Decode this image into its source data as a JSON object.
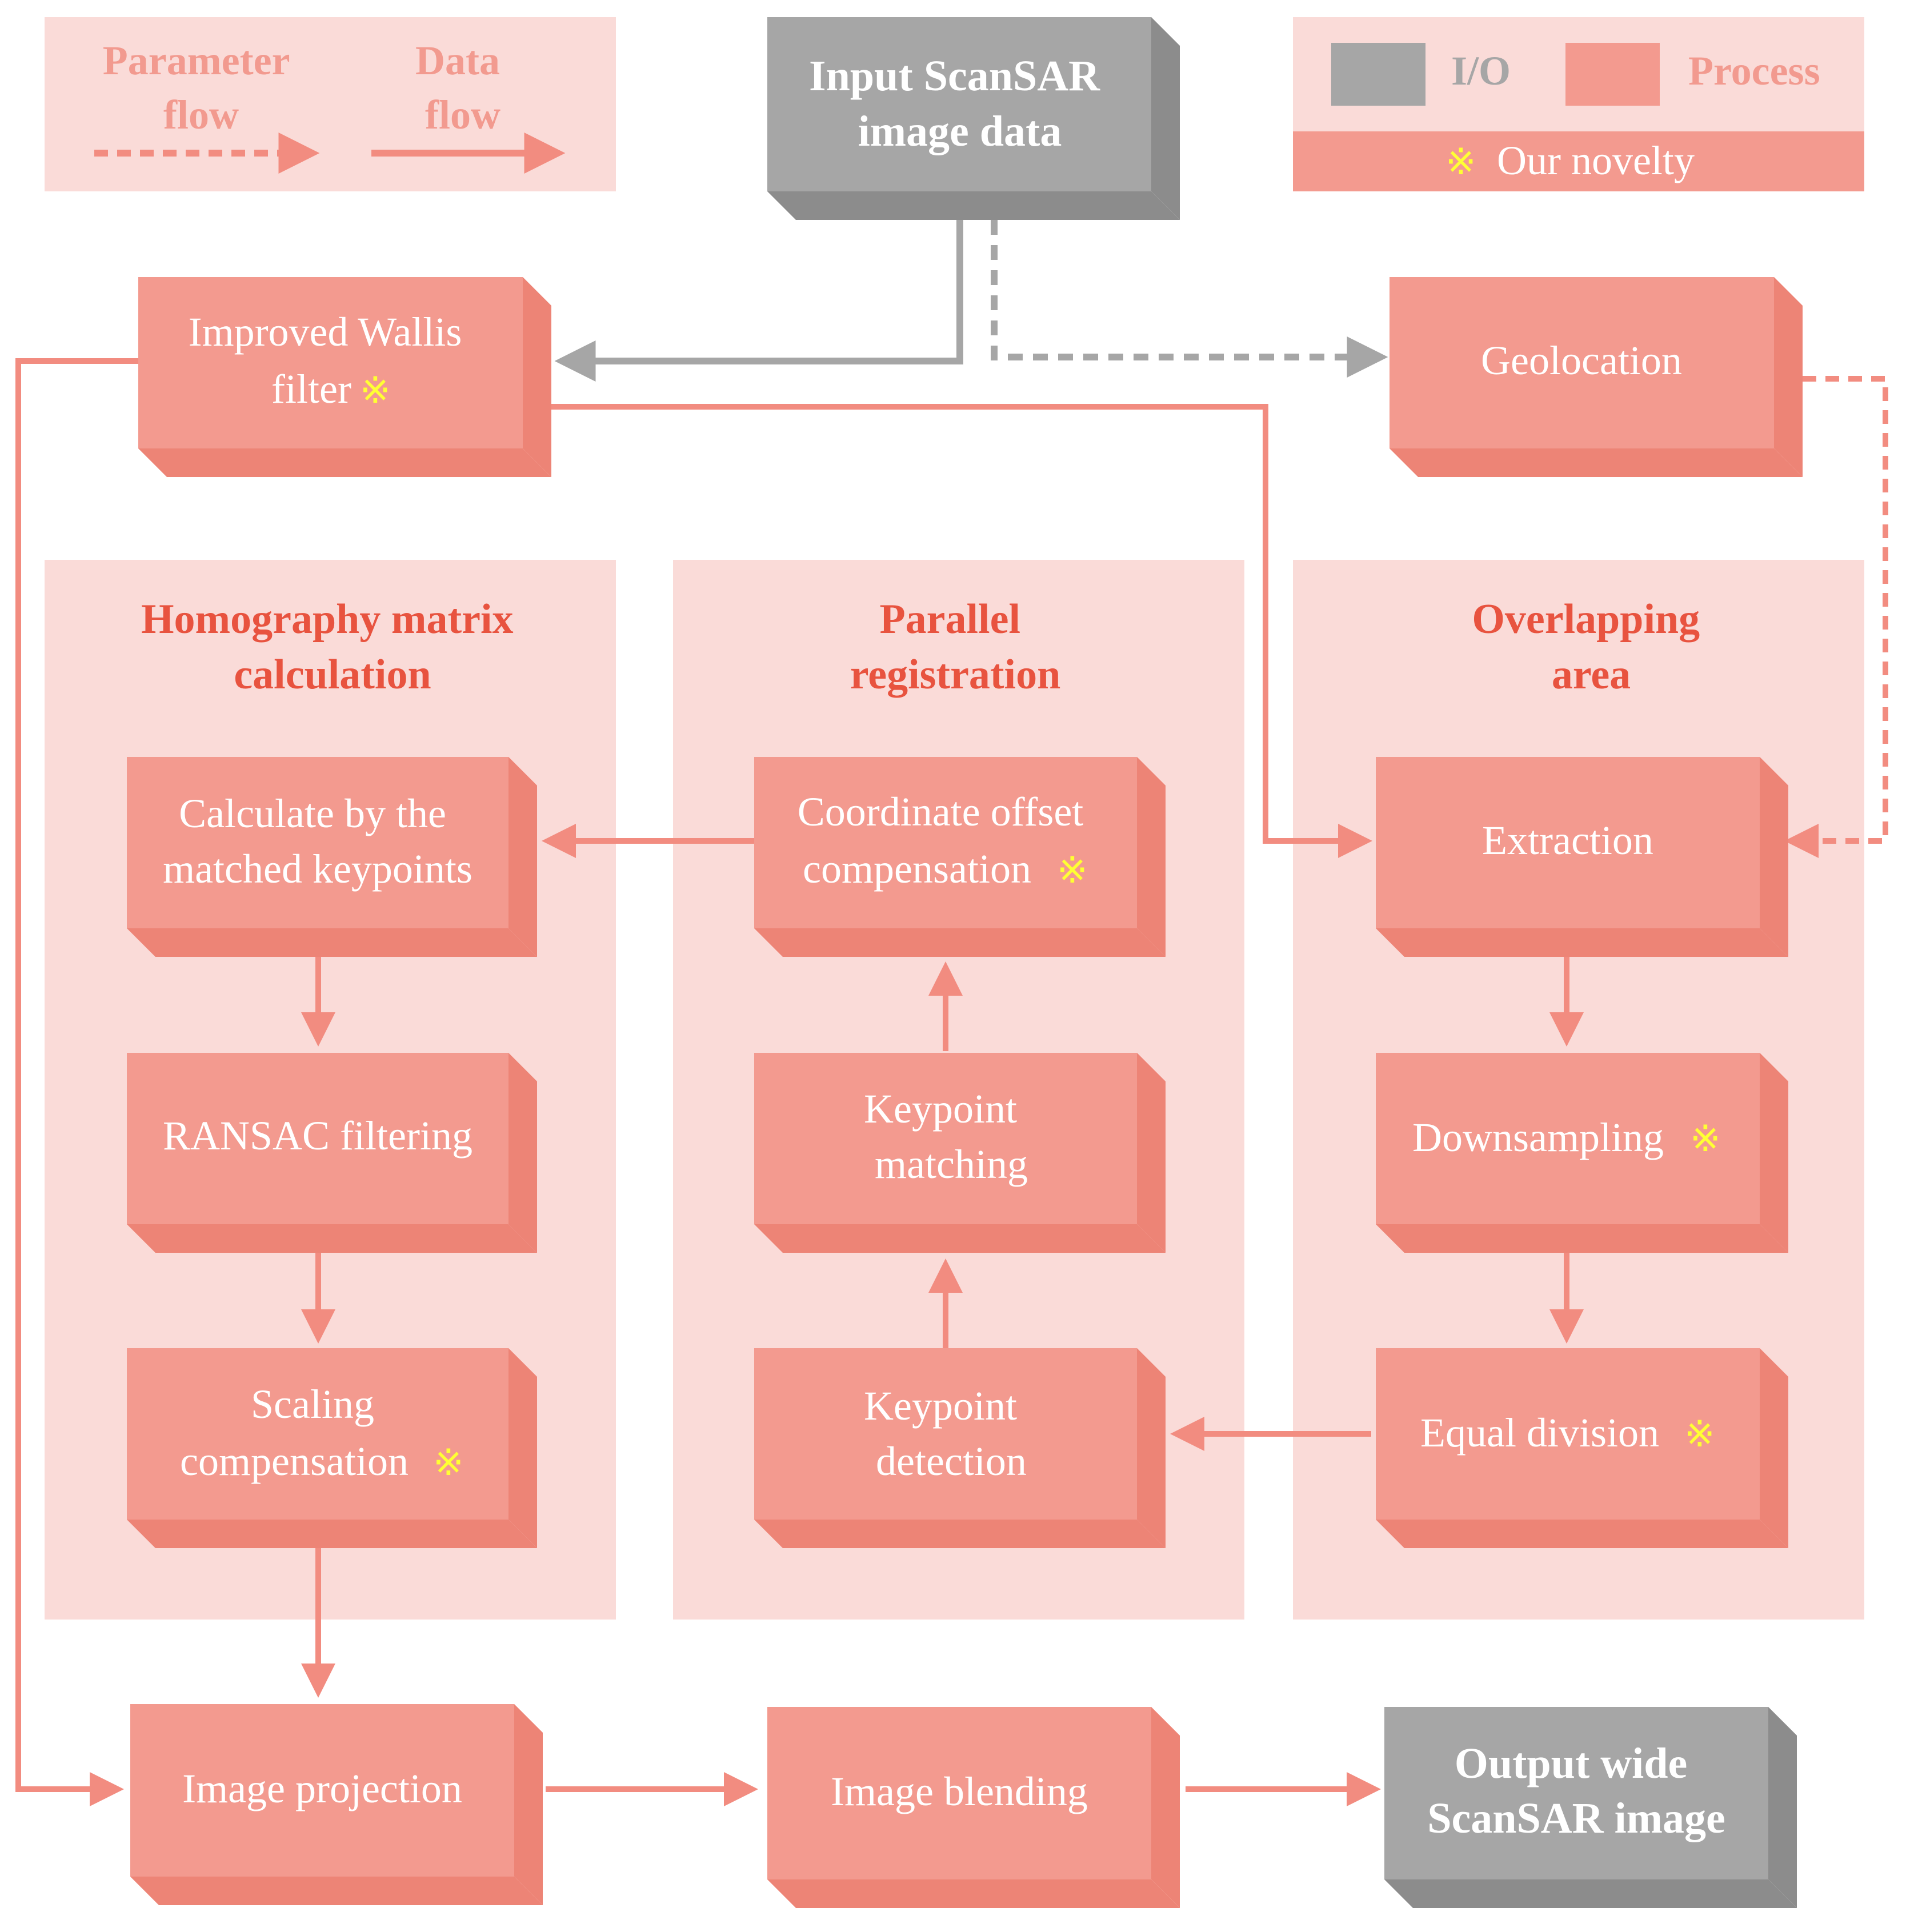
{
  "legend": {
    "parameter_flow": [
      "Parameter",
      "flow"
    ],
    "data_flow": [
      "Data",
      "flow"
    ],
    "io_label": "I/O",
    "process_label": "Process",
    "novelty_label": "Our novelty",
    "novelty_symbol": "※"
  },
  "io": {
    "input": [
      "Input ScanSAR",
      "image data"
    ],
    "output": [
      "Output wide",
      "ScanSAR image"
    ]
  },
  "top": {
    "wallis": [
      "Improved Wallis",
      "filter"
    ],
    "geolocation": "Geolocation"
  },
  "sections": {
    "homography": [
      "Homography matrix",
      "calculation"
    ],
    "parallel": [
      "Parallel",
      "registration"
    ],
    "overlap": [
      "Overlapping",
      "area"
    ]
  },
  "homography_boxes": {
    "calculate": [
      "Calculate by the",
      "matched keypoints"
    ],
    "ransac": "RANSAC filtering",
    "scaling": [
      "Scaling",
      "compensation"
    ]
  },
  "parallel_boxes": {
    "offset": [
      "Coordinate offset",
      "compensation"
    ],
    "matching": [
      "Keypoint",
      "matching"
    ],
    "detection": [
      "Keypoint",
      "detection"
    ]
  },
  "overlap_boxes": {
    "extraction": "Extraction",
    "downsampling": "Downsampling",
    "division": "Equal division"
  },
  "bottom": {
    "projection": "Image projection",
    "blending": "Image blending"
  },
  "colors": {
    "process": "#f39a8f",
    "process_dark": "#ed8476",
    "io": "#a6a6a6",
    "io_dark": "#8c8c8c",
    "panel": "#fadbd8",
    "title": "#e8533f",
    "arrow": "#f28c80",
    "arrow_gray": "#a6a6a6",
    "star": "#ffff33"
  }
}
